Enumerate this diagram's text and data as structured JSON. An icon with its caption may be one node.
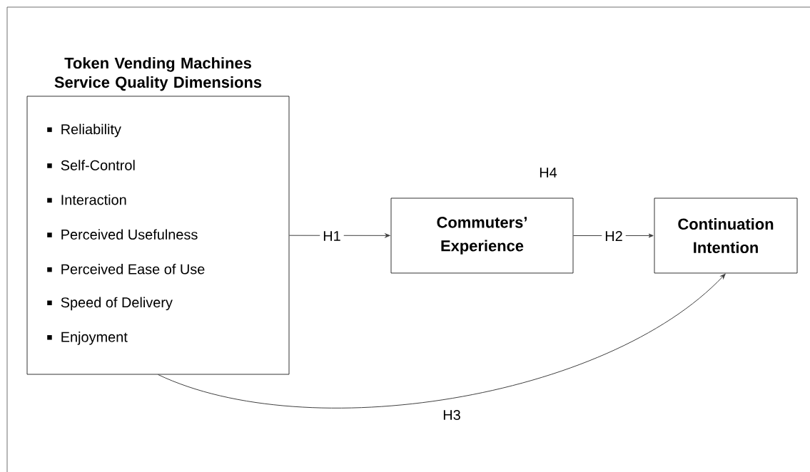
{
  "diagram": {
    "nodes": [
      {
        "text": [
          "Token Vending Machines Service Quality Dimensions",
          "Reliability",
          "Self-Control",
          "Interaction",
          "Perceived Usefulness",
          "Perceived Ease of Use",
          "Speed of Delivery",
          "Enjoyment"
        ]
      },
      {
        "text": [
          "Commuters’ Experience"
        ]
      },
      {
        "text": [
          "Continuation Intention"
        ]
      }
    ],
    "edges": [
      {
        "from": 0,
        "to": 1,
        "arrow": "to",
        "label": "H1"
      },
      {
        "from": 1,
        "to": 2,
        "arrow": "to",
        "label": "H2"
      },
      {
        "from": 0,
        "to": 2,
        "arrow": "to",
        "label": "H3"
      }
    ],
    "labels": [
      "H4"
    ]
  }
}
